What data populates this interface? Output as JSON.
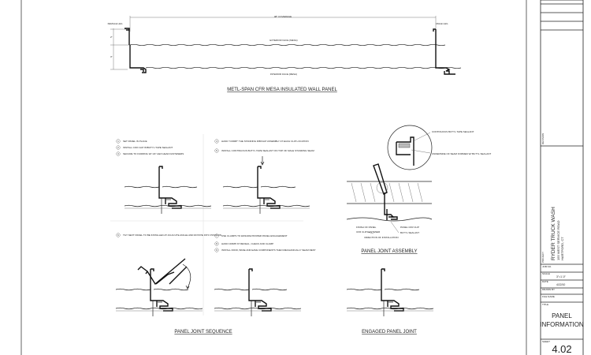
{
  "main_panel": {
    "coverage_label": "48\" COVERAGE",
    "female_leg_label": "FEMALE LEG",
    "male_leg_label": "MALE LEG",
    "exterior_face_label": "EXTERIOR FACE (MESA)",
    "interior_face_label": "INTERIOR FACE (MESA)",
    "dim_top": "2\"",
    "dim_bottom": "3\"",
    "title": "METL-SPAN CFR MESA INSULATED WALL PANEL"
  },
  "steps": [
    {
      "num": "1",
      "text": "SET PANEL IN PLACE"
    },
    {
      "num": "2",
      "text": "INSTALL CFR CLIP W/BUTYL TAPE SEALANT"
    },
    {
      "num": "3",
      "text": "SECURE TO FURRING W/ 1/4\" HEX HEAD FASTENERS"
    },
    {
      "num": "4",
      "text": "HAND \"CRIMP\" THE STANDING RIB/CLIP ASSEMBLY AT EACH CLIP LOCATION"
    },
    {
      "num": "5",
      "text": "INSTALL CONTINUOUS BUTYL TAPE SEALANT ON TOP OF MALE STANDING SEAM"
    },
    {
      "num": "6",
      "text": "TILT NEXT PANEL TO BE INSTALLED AT AN ACUTE ANGLE AND ROTATE INTO POSITION"
    },
    {
      "num": "7",
      "text": "USE CLAMPS TO ENSURE PROPER PANEL ENGAGEMENT"
    },
    {
      "num": "8",
      "text": "HAND CRIMP AT REVEAL, CHECK AND CLAMP"
    },
    {
      "num": "9",
      "text": "INSTALL ROOF, BASE AND EAVE COMPONENTS THEN MECHANICALLY SEAM REST"
    }
  ],
  "assembly": {
    "callout_1": "CONTINUOUS BUTYL TAPE SEALANT",
    "callout_2": "UNDERSIDE OF SEAM FORMED W/ BUTYL SEALANT",
    "callout_3": "FINISH OF PANEL",
    "callout_4": "CFR CLIP FASTENER",
    "callout_5": "PANEL CFR CLIP",
    "callout_6": "BUTYL SEALANT",
    "note": "DIRECTION OF INSTALLATION"
  },
  "captions": {
    "sequence": "PANEL JOINT SEQUENCE",
    "assembly": "PANEL JOINT ASSEMBLY",
    "engaged": "ENGAGED PANEL JOINT"
  },
  "title_block": {
    "project_label": "PROJECT",
    "project_name": "RYDER TRUCK WASH",
    "address_1": "155 WEST SERVICE ROAD",
    "address_2": "HARTFORD, CT",
    "job_no_label": "JOB NO.",
    "scale_label": "SCALE",
    "scale_value": "3\"=1'-0\"",
    "date_label": "DATE",
    "date_value": "4/22/10",
    "drawn_by_label": "DRAWN BY",
    "file_name_label": "FILE NAME",
    "title_label": "TITLE",
    "title_line_1": "PANEL",
    "title_line_2": "INFORMATION",
    "sheet_label": "SHEET",
    "sheet_number": "4.02",
    "revision_label": "REVISION"
  }
}
